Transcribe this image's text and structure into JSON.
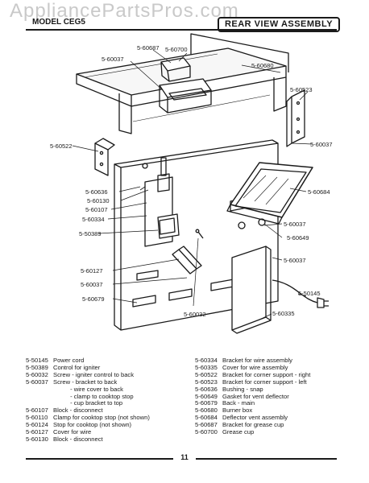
{
  "watermark": "AppliancePartsPros.com",
  "model_label": "MODEL CEG5",
  "title": "REAR VIEW ASSEMBLY",
  "page_number": "11",
  "callouts": {
    "c60687": "5-60687",
    "c60700": "5-60700",
    "c60037_top": "5-60037",
    "c60680": "5-60680",
    "c60523": "5-60523",
    "c60037_right": "5-60037",
    "c60522": "5-60522",
    "c60684": "5-60684",
    "c60636": "5-60636",
    "c60130": "5-60130",
    "c60107": "5-60107",
    "c60334": "5-60334",
    "c50389": "5-50389",
    "c60037_mid": "5-60037",
    "c60649": "5-60649",
    "c60037_low": "5-60037",
    "c60127": "5-60127",
    "c60037_left": "5-60037",
    "c50145": "5-50145",
    "c60679": "5-60679",
    "c60032": "5-60032",
    "c60335": "5-60335"
  },
  "parts_left": [
    {
      "pn": "5-50145",
      "desc": "Power cord"
    },
    {
      "pn": "5-50389",
      "desc": "Control for igniter"
    },
    {
      "pn": "5-60032",
      "desc": "Screw - igniter control to back"
    },
    {
      "pn": "5-60037",
      "desc": "Screw - bracket to back"
    },
    {
      "pn": "",
      "desc": "          - wire cover to back"
    },
    {
      "pn": "",
      "desc": "          - clamp to cooktop stop"
    },
    {
      "pn": "",
      "desc": "          - cup bracket to top"
    },
    {
      "pn": "5-60107",
      "desc": "Block - disconnect"
    },
    {
      "pn": "5-60110",
      "desc": "Clamp for cooktop stop (not shown)"
    },
    {
      "pn": "5-60124",
      "desc": "Stop for cooktop (not shown)"
    },
    {
      "pn": "5-60127",
      "desc": "Cover for wire"
    },
    {
      "pn": "5-60130",
      "desc": "Block - disconnect"
    }
  ],
  "parts_right": [
    {
      "pn": "5-60334",
      "desc": "Bracket for wire assembly"
    },
    {
      "pn": "5-60335",
      "desc": "Cover for wire assembly"
    },
    {
      "pn": "5-60522",
      "desc": "Bracket for corner support - right"
    },
    {
      "pn": "5-60523",
      "desc": "Bracket for corner support - left"
    },
    {
      "pn": "5-60636",
      "desc": "Bushing - snap"
    },
    {
      "pn": "5-60649",
      "desc": "Gasket for vent deflector"
    },
    {
      "pn": "5-60679",
      "desc": "Back - main"
    },
    {
      "pn": "5-60680",
      "desc": "Burner box"
    },
    {
      "pn": "5-60684",
      "desc": "Deflector vent assembly"
    },
    {
      "pn": "5-60687",
      "desc": "Bracket for grease cup"
    },
    {
      "pn": "5-60700",
      "desc": "Grease cup"
    }
  ]
}
